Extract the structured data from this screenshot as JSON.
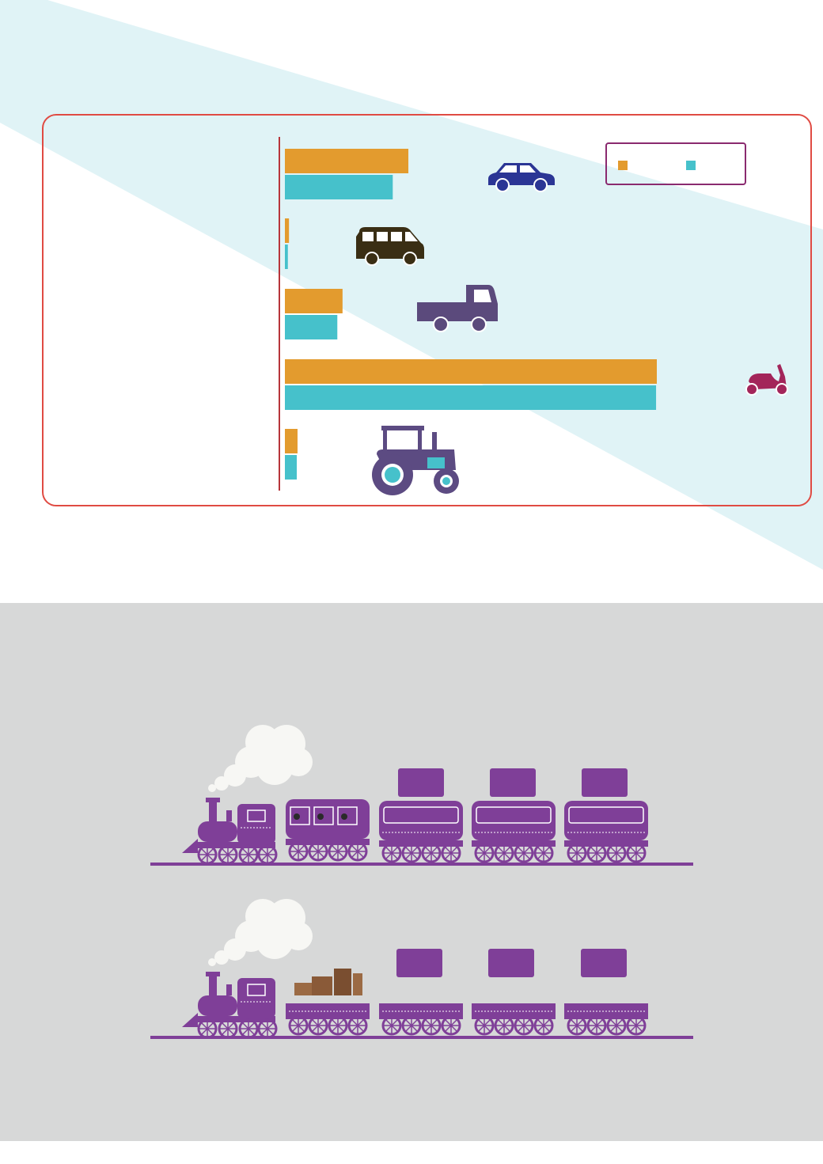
{
  "colors": {
    "series_a": "#e39b2e",
    "series_b": "#46c1cb",
    "frame": "#e04b43",
    "axis": "#b7343a",
    "legend_border": "#8a2a6f",
    "diagonal_band": "#e0f3f6",
    "gray_section": "#d7d8d8",
    "train_purple": "#7f3f98",
    "smoke": "#f7f7f4",
    "cargo_brown": "#9b6a44"
  },
  "legend": {
    "entries": [
      {
        "name": "",
        "color": "#e39b2e"
      },
      {
        "name": "",
        "color": "#46c1cb"
      }
    ]
  },
  "chart_data": {
    "type": "bar",
    "orientation": "horizontal",
    "title": "",
    "xlabel": "",
    "ylabel": "",
    "xlim": [
      0,
      100
    ],
    "grid": false,
    "legend_placement": "top-right",
    "categories": [
      "car",
      "van",
      "truck",
      "motorcycle",
      "tractor"
    ],
    "category_icons": [
      "car-icon",
      "van-icon",
      "truck-icon",
      "scooter-icon",
      "tractor-icon"
    ],
    "icon_colors": [
      "#2b3595",
      "#3a2e14",
      "#5b4a7c",
      "#a3255a",
      "#5c4b82"
    ],
    "series": [
      {
        "values": [
          33.2,
          1.1,
          15.5,
          100,
          3.4
        ]
      },
      {
        "values": [
          29.0,
          0.8,
          14.1,
          99.8,
          3.2
        ]
      }
    ]
  },
  "trains": [
    {
      "name": "passenger-train",
      "cars": [
        "locomotive",
        "passenger-coach",
        "covered-wagon",
        "covered-wagon",
        "covered-wagon"
      ]
    },
    {
      "name": "freight-train",
      "cars": [
        "locomotive",
        "flatcar-with-cargo",
        "flatcar",
        "flatcar",
        "flatcar"
      ]
    }
  ]
}
